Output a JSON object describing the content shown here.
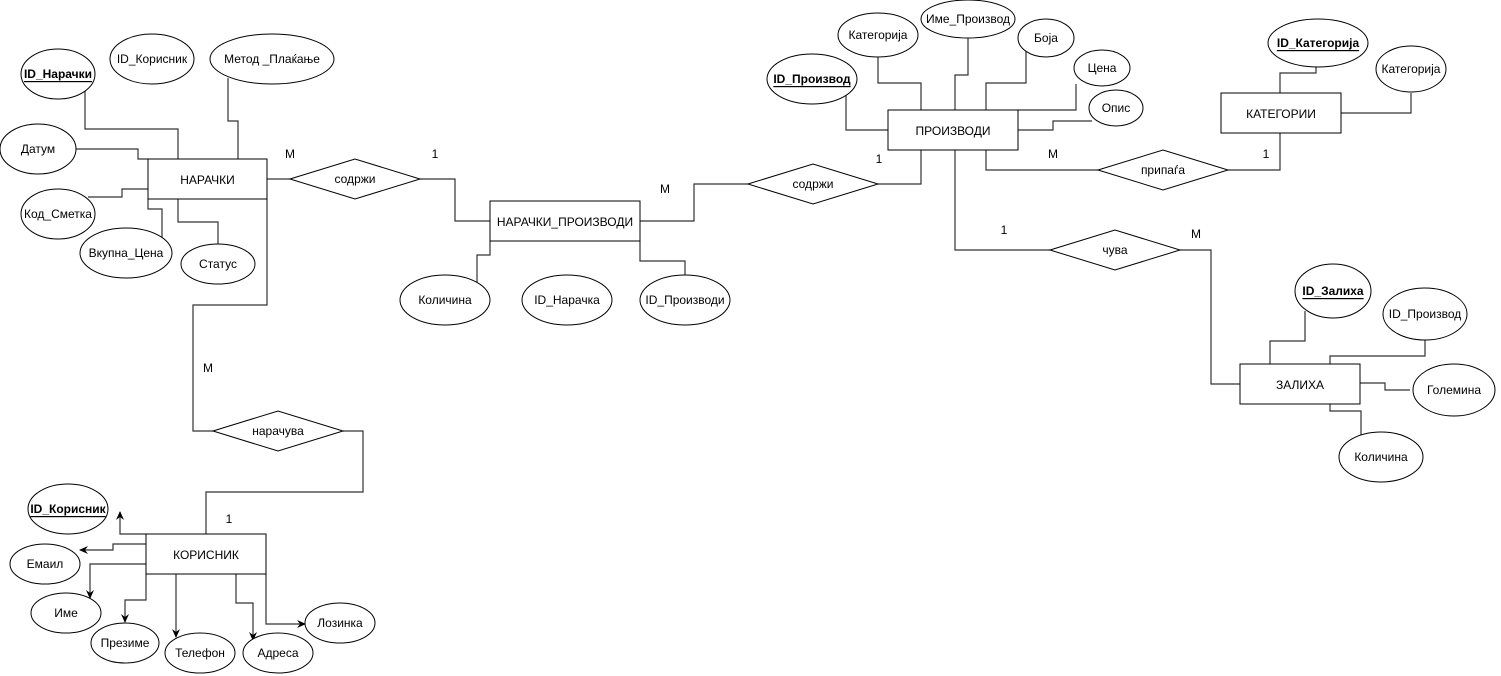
{
  "diagram_title": "",
  "entities": {
    "narachki": "НАРАЧКИ",
    "narachki_proizvodi": "НАРАЧКИ_ПРОИЗВОДИ",
    "proizvodi": "ПРОИЗВОДИ",
    "kategorii": "КАТЕГОРИИ",
    "zaliha": "ЗАЛИХА",
    "korisnik": "КОРИСНИК"
  },
  "relationships": {
    "sodrzhi_1": "содржи",
    "sodrzhi_2": "содржи",
    "pripaga": "припаѓа",
    "chuva": "чува",
    "narachuva": "нарачува"
  },
  "attributes": {
    "narachki": {
      "id": "ID_Нарачки",
      "id_korisnik": "ID_Корисник",
      "metod": "Метод _Плаќање",
      "datum": "Датум",
      "kod_smetka": "Код_Сметка",
      "vkupna_cena": "Вкупна_Цена",
      "status": "Статус"
    },
    "narachki_proizvodi": {
      "kolichina": "Количина",
      "id_narachka": "ID_Нарачка",
      "id_proizvodi": "ID_Производи"
    },
    "proizvodi": {
      "id": "ID_Производ",
      "kategorija": "Категорија",
      "ime": "Име_Производ",
      "boja": "Боја",
      "cena": "Цена",
      "opis": "Опис"
    },
    "kategorii": {
      "id": "ID_Категорија",
      "kategorija": "Категорија"
    },
    "zaliha": {
      "id": "ID_Залиха",
      "id_proizvod": "ID_Производ",
      "golemina": "Големина",
      "kolichina": "Количина"
    },
    "korisnik": {
      "id": "ID_Корисник",
      "email": "Емаил",
      "ime": "Име",
      "prezime": "Презиме",
      "telefon": "Телефон",
      "adresa": "Адреса",
      "lozinka": "Лозинка"
    }
  },
  "cardinalities": {
    "narachki_sodrzhi": "M",
    "np_sodrzhi_left": "1",
    "np_sodrzhi_right": "M",
    "proizvodi_sodrzhi": "1",
    "proizvodi_pripaga": "M",
    "kategorii_pripaga": "1",
    "proizvodi_chuva": "1",
    "zaliha_chuva": "M",
    "narachki_narachuva": "M",
    "korisnik_narachuva": "1"
  }
}
